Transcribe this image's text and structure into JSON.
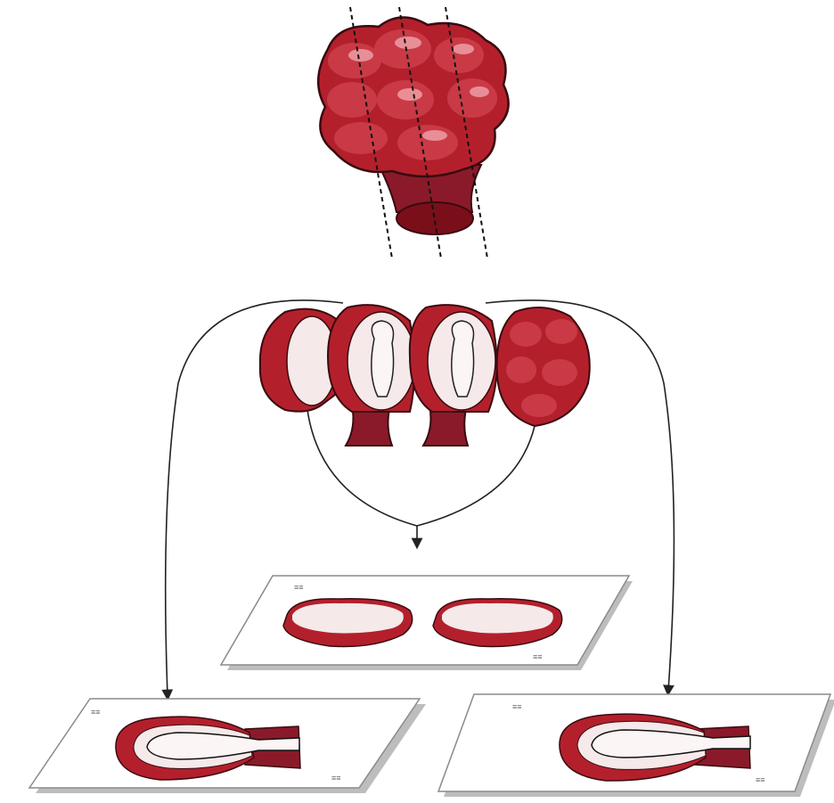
{
  "figure": {
    "type": "illustration",
    "subject": "organ-sectioning-diagram",
    "colors": {
      "tissue": "#b3202c",
      "tissue_dark": "#7a0f1a",
      "tissue_highlight": "#e88a92",
      "lumen": "#f5e9e9",
      "stalk": "#8a1a2a",
      "slide": "#ffffff",
      "slide_edge": "#bdbdbd",
      "line": "#222222"
    },
    "elements": {
      "whole_specimen_icon": "organ-whole",
      "cut_lines": 3,
      "sliced_pieces": 4,
      "slides": 3
    }
  }
}
